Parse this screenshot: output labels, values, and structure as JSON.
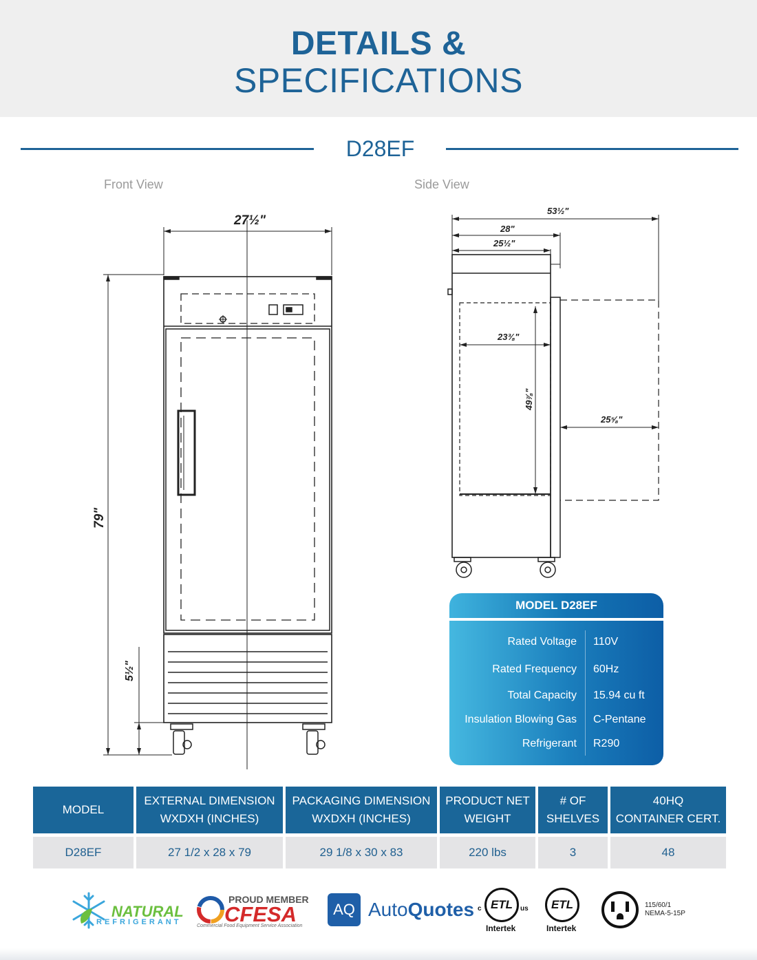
{
  "header": {
    "title_line1": "DETAILS &",
    "title_line2": "SPECIFICATIONS"
  },
  "model_heading": "D28EF",
  "views": {
    "front_label": "Front View",
    "side_label": "Side View"
  },
  "front_dims": {
    "width": "27½\"",
    "height": "79\"",
    "base": "5½\""
  },
  "side_dims": {
    "overall": "53½\"",
    "depth": "28\"",
    "body_depth": "25½\"",
    "interior_depth": "23⅜\"",
    "interior_height": "49⅞\"",
    "door_swing": "25⅝\""
  },
  "spec_panel": {
    "title": "MODEL D28EF",
    "rows": [
      {
        "label": "Rated  Voltage",
        "value": "110V"
      },
      {
        "label": "Rated  Frequency",
        "value": "60Hz"
      },
      {
        "label": "Total Capacity",
        "value": "15.94 cu ft"
      },
      {
        "label": "Insulation Blowing Gas",
        "value": "C-Pentane"
      },
      {
        "label": "Refrigerant",
        "value": "R290"
      }
    ]
  },
  "table": {
    "headers": [
      {
        "line1": "MODEL",
        "line2": ""
      },
      {
        "line1": "EXTERNAL DIMENSION",
        "line2": "WXDXH (INCHES)"
      },
      {
        "line1": "PACKAGING DIMENSION",
        "line2": "WXDXH (INCHES)"
      },
      {
        "line1": "PRODUCT NET",
        "line2": "WEIGHT"
      },
      {
        "line1": "# OF",
        "line2": "SHELVES"
      },
      {
        "line1": "40HQ",
        "line2": "CONTAINER CERT."
      }
    ],
    "row": [
      "D28EF",
      "27 1/2 x 28  x 79",
      "29 1/8 x 30 x 83",
      "220 lbs",
      "3",
      "48"
    ]
  },
  "logos": {
    "natural_line1": "NATURAL",
    "natural_line2": "REFRIGERANT",
    "cfesa_top": "PROUD MEMBER",
    "cfesa_main": "CFESA",
    "cfesa_sub": "Commercial Food Equipment Service Association",
    "aq_badge": "AQ",
    "autoquotes_a": "Auto",
    "autoquotes_b": "Quotes",
    "etl1_left": "c",
    "etl1_right": "us",
    "etl_text": "ETL",
    "intertek": "Intertek",
    "plug_line1": "115/60/1",
    "plug_line2": "NEMA-5-15P"
  },
  "colors": {
    "brand_blue": "#1e6397",
    "table_header": "#1a6699",
    "table_row": "#e4e4e6",
    "header_bg": "#efefef"
  }
}
